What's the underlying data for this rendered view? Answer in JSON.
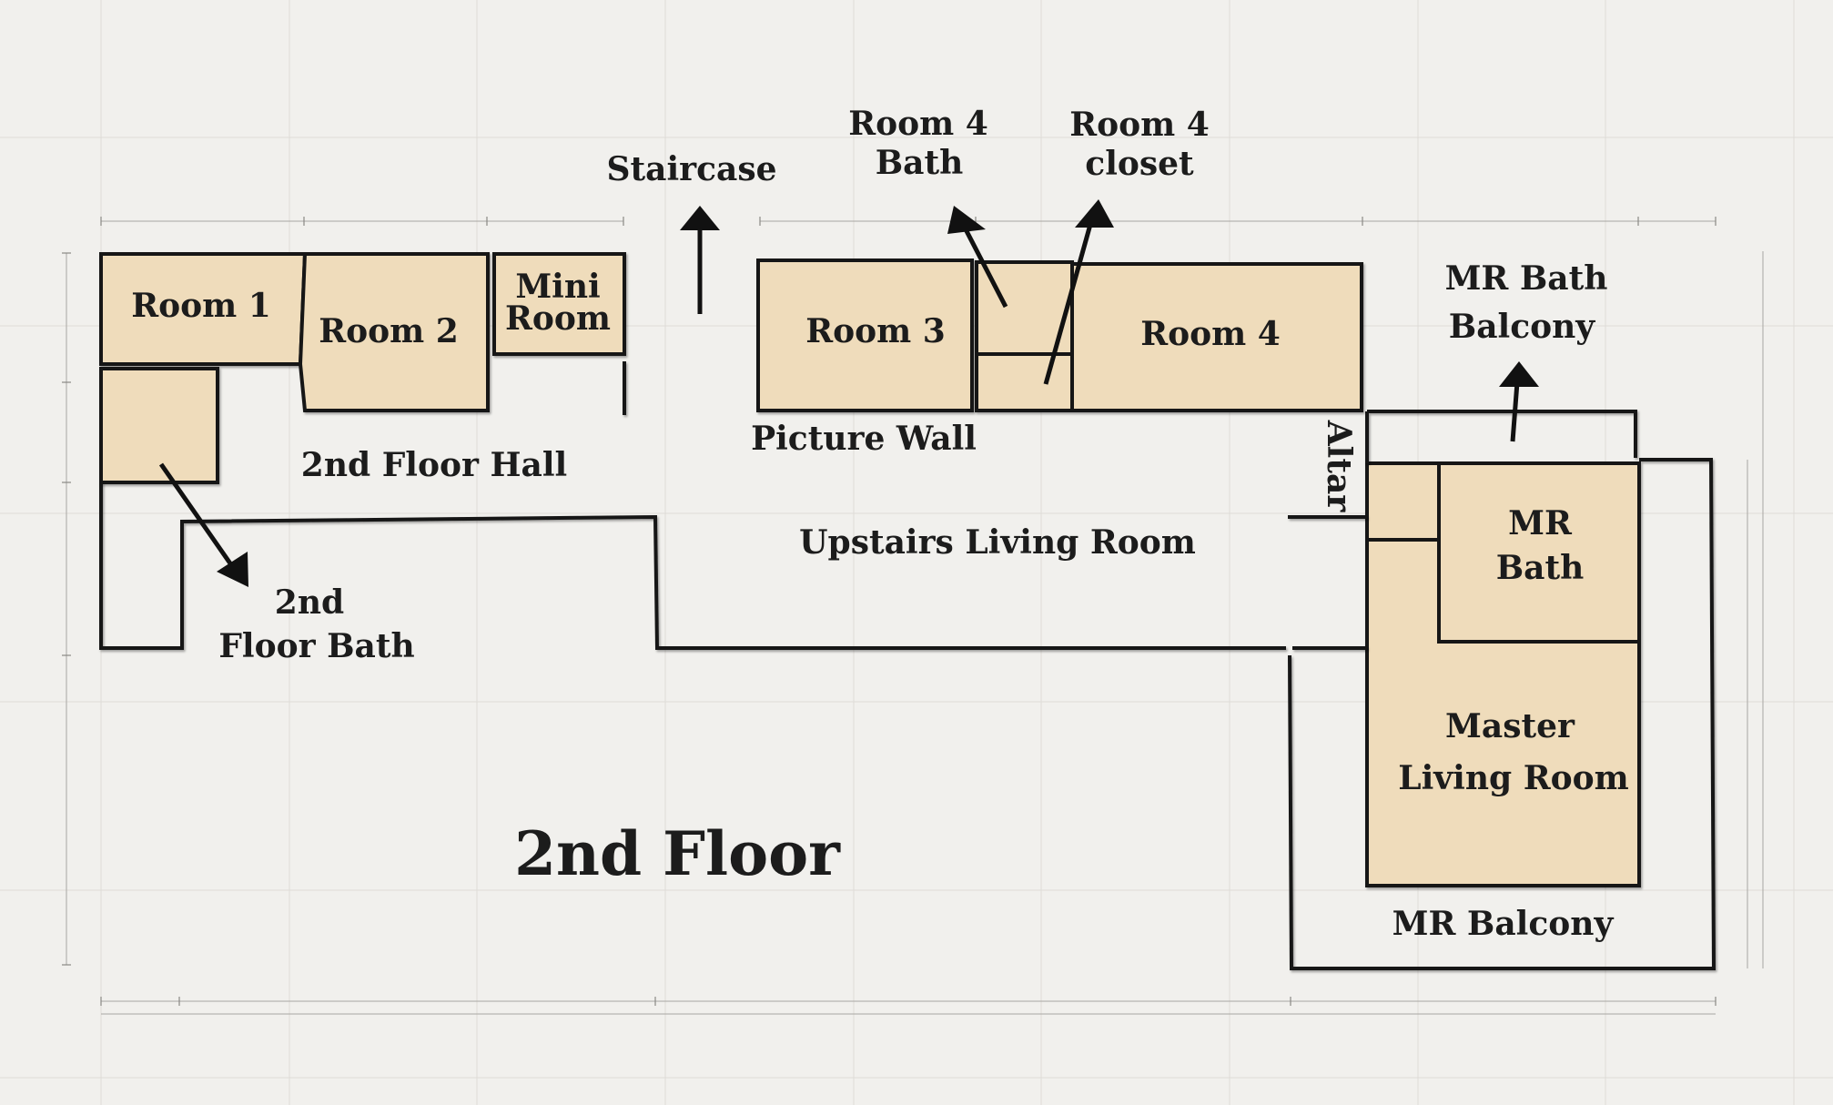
{
  "title": "2nd Floor",
  "rooms": {
    "room1": "Room 1",
    "room2": "Room 2",
    "mini_room": [
      "Mini",
      "Room"
    ],
    "room3": "Room 3",
    "room4": "Room 4",
    "mr_bath": [
      "MR",
      "Bath"
    ],
    "master_living_room": [
      "Master",
      "Living Room"
    ]
  },
  "areas": {
    "hall": "2nd Floor Hall",
    "upstairs_living_room": "Upstairs Living Room",
    "picture_wall": "Picture Wall",
    "altar": "Altar",
    "mr_balcony": "MR Balcony",
    "bath_2nd_floor": [
      "2nd",
      "Floor Bath"
    ]
  },
  "callouts": {
    "staircase": "Staircase",
    "room4_bath": [
      "Room 4",
      "Bath"
    ],
    "room4_closet": [
      "Room 4",
      "closet"
    ],
    "mr_bath_balcony": [
      "MR Bath",
      "Balcony"
    ]
  },
  "colors": {
    "room_fill": "#efdcbb",
    "wall": "#161616",
    "background": "#f1f0ed"
  }
}
